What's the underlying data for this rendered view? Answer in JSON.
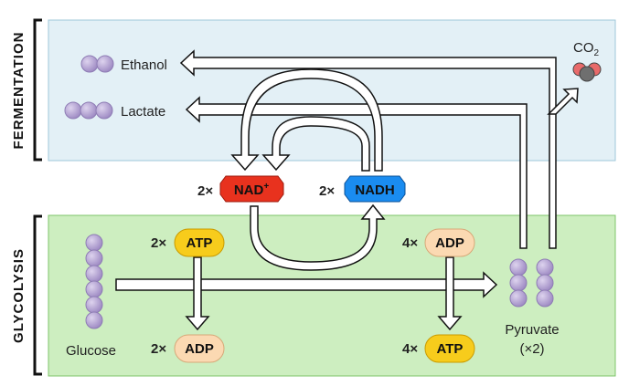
{
  "sections": {
    "fermentation": "FERMENTATION",
    "glycolysis": "GLYCOLYSIS"
  },
  "labels": {
    "ethanol": "Ethanol",
    "lactate": "Lactate",
    "co2_main": "CO",
    "co2_sub": "2",
    "glucose": "Glucose",
    "pyruvate": "Pyruvate",
    "pyruvate_count": "(×2)"
  },
  "coefficients": {
    "nad": "2×",
    "nadh": "2×",
    "atp_in": "2×",
    "adp_out": "2×",
    "adp_in": "4×",
    "atp_out": "4×"
  },
  "molecules": {
    "nad_main": "NAD",
    "nad_sup": "+",
    "nadh": "NADH",
    "atp_in": "ATP",
    "adp_out": "ADP",
    "adp_in": "ADP",
    "atp_out": "ATP"
  },
  "colors": {
    "fermentation_bg": "#e3f0f6",
    "glycolysis_bg": "#cdeec0",
    "nad": "#e8321e",
    "nadh": "#1a8cf0",
    "atp": "#f7cc1c",
    "adp": "#fbd9b2",
    "sphere": "#b7a6d4"
  }
}
